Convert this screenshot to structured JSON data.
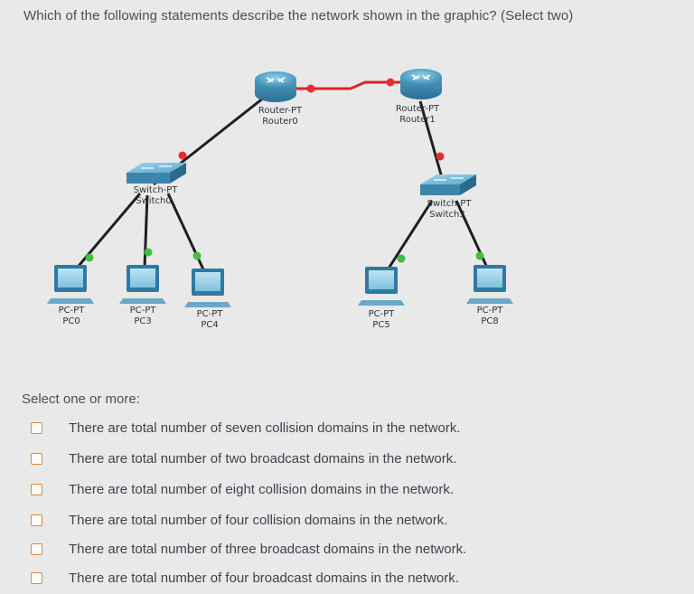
{
  "question": "Which of the following statements describe the network shown in the graphic? (Select two)",
  "prompt": "Select one or more:",
  "diagram": {
    "routers": [
      {
        "type": "Router-PT",
        "name": "Router0"
      },
      {
        "type": "Router-PT",
        "name": "Router1"
      }
    ],
    "switches": [
      {
        "type": "Switch-PT",
        "name": "Switch0"
      },
      {
        "type": "Switch-PT",
        "name": "Switch3"
      }
    ],
    "pcs": [
      {
        "type": "PC-PT",
        "name": "PC0"
      },
      {
        "type": "PC-PT",
        "name": "PC3"
      },
      {
        "type": "PC-PT",
        "name": "PC4"
      },
      {
        "type": "PC-PT",
        "name": "PC5"
      },
      {
        "type": "PC-PT",
        "name": "PC8"
      }
    ],
    "colors": {
      "link": "#1e1f22",
      "serial_link": "#d9262a",
      "port_up": "#3fbf3f",
      "port_down": "#e0302e"
    }
  },
  "options": [
    "There are total number of seven collision domains in the network.",
    "There are total number of two broadcast domains in the network.",
    "There are total number of eight collision domains in the network.",
    "There are total number of four collision domains in the network.",
    "There are total number of three broadcast domains in the network.",
    "There are total number of four broadcast domains in the network."
  ]
}
